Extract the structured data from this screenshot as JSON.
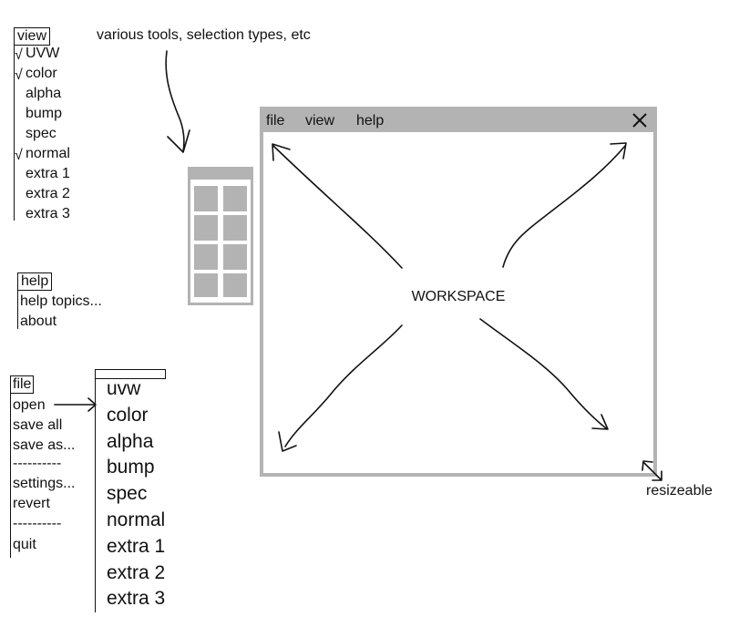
{
  "tools_note": "various tools, selection types, etc",
  "view_menu": {
    "title": "view",
    "items": [
      {
        "label": "UVW",
        "checked": true
      },
      {
        "label": "color",
        "checked": true
      },
      {
        "label": "alpha",
        "checked": false
      },
      {
        "label": "bump",
        "checked": false
      },
      {
        "label": "spec",
        "checked": false
      },
      {
        "label": "normal",
        "checked": true
      },
      {
        "label": "extra 1",
        "checked": false
      },
      {
        "label": "extra 2",
        "checked": false
      },
      {
        "label": "extra 3",
        "checked": false
      }
    ]
  },
  "help_menu": {
    "title": "help",
    "items": [
      "help topics...",
      "about"
    ]
  },
  "file_menu": {
    "title": "file",
    "items": [
      "open",
      "save all",
      "save as...",
      "----------",
      "settings...",
      "revert",
      "----------",
      "quit"
    ]
  },
  "open_submenu": {
    "items": [
      "uvw",
      "color",
      "alpha",
      "bump",
      "spec",
      "normal",
      "extra 1",
      "extra 2",
      "extra 3"
    ]
  },
  "window": {
    "menus": [
      "file",
      "view",
      "help"
    ],
    "workspace_label": "WORKSPACE",
    "resize_note": "resizeable"
  },
  "colors": {
    "window_gray": "#b3b3b3",
    "ink": "#111111"
  }
}
